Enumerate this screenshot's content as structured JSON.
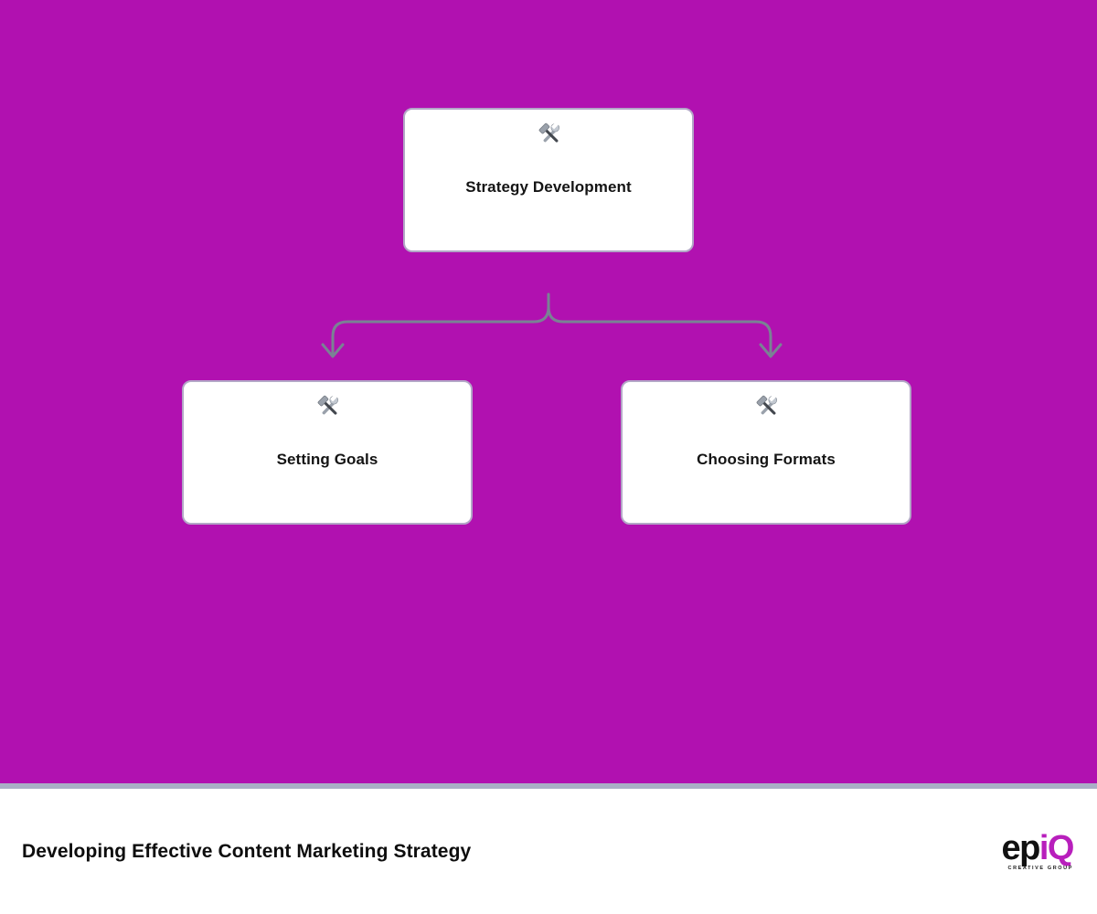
{
  "canvas": {
    "background_color": "#B111B0",
    "connector_color": "#7A8294",
    "divider_color": "#A9AFC6",
    "node_border_color": "#B3A7C7"
  },
  "diagram": {
    "nodes": [
      {
        "label": "Strategy Development",
        "icon": "hammer-and-wrench"
      },
      {
        "label": "Setting Goals",
        "icon": "hammer-and-wrench"
      },
      {
        "label": "Choosing Formats",
        "icon": "hammer-and-wrench"
      }
    ]
  },
  "footer": {
    "title": "Developing Effective Content Marketing Strategy",
    "logo": {
      "wordmark_prefix": "ep",
      "wordmark_suffix": "iQ",
      "tagline": "CREATIVE GROUP",
      "accent_color": "#B81FBC"
    }
  }
}
